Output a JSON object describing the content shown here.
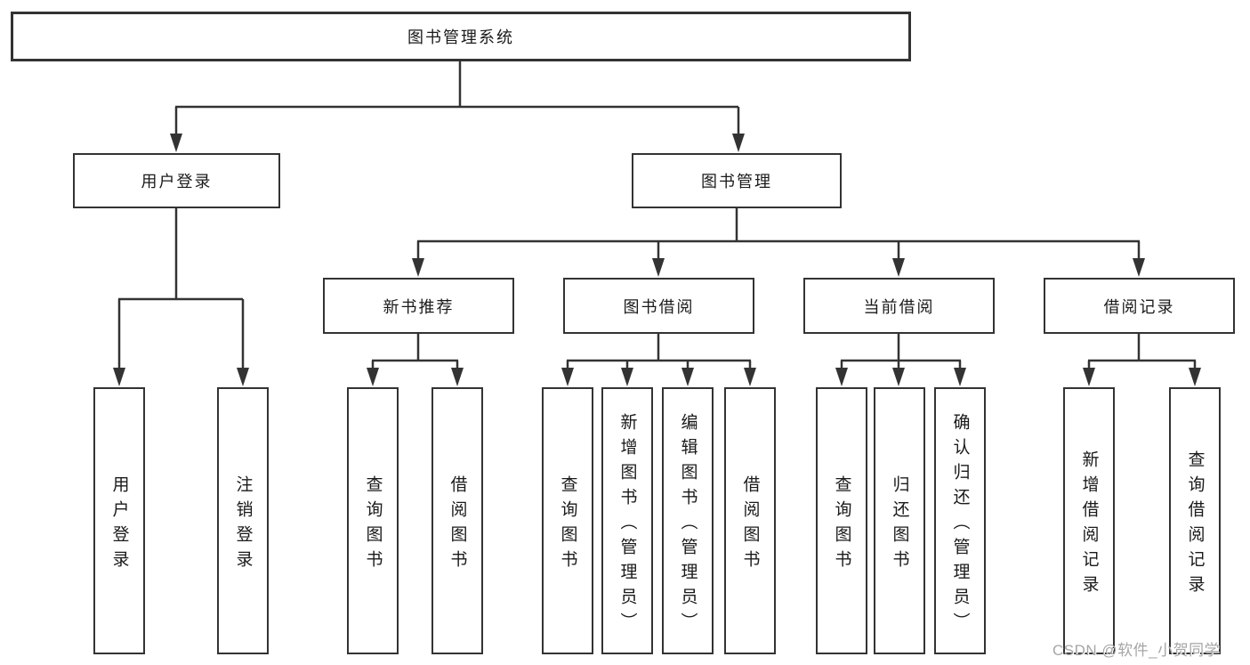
{
  "diagram": {
    "title": "图书管理系统",
    "branches": [
      {
        "label": "用户登录",
        "leaves": [
          "用户登录",
          "注销登录"
        ]
      },
      {
        "label": "图书管理",
        "groups": [
          {
            "label": "新书推荐",
            "leaves": [
              "查询图书",
              "借阅图书"
            ]
          },
          {
            "label": "图书借阅",
            "leaves": [
              "查询图书",
              "新增图书（管理员）",
              "编辑图书（管理员）",
              "借阅图书"
            ]
          },
          {
            "label": "当前借阅",
            "leaves": [
              "查询图书",
              "归还图书",
              "确认归还（管理员）"
            ]
          },
          {
            "label": "借阅记录",
            "leaves": [
              "新增借阅记录",
              "查询借阅记录"
            ]
          }
        ]
      }
    ]
  },
  "watermark": "CSDN @软件_小贺同学",
  "colors": {
    "line": "#333333",
    "box_border": "#333333",
    "box_fill": "#ffffff",
    "text": "#1a1a1a",
    "watermark": "#a6a6a6"
  }
}
